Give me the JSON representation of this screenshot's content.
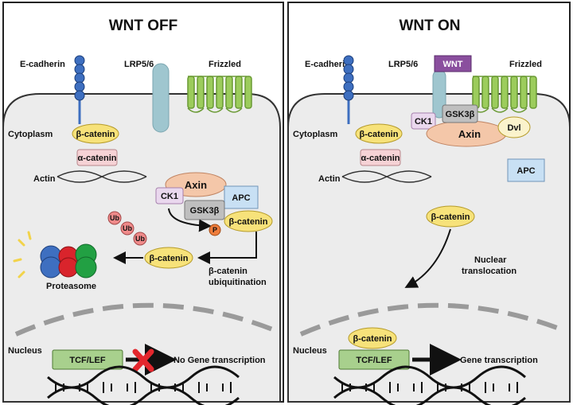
{
  "panels": {
    "off": {
      "title": "WNT OFF",
      "ecadherin": "E-cadherin",
      "lrp": "LRP5/6",
      "frizzled": "Frizzled",
      "cytoplasm": "Cytoplasm",
      "beta_catenin_membrane": "β-catenin",
      "alpha_catenin": "α-catenin",
      "actin": "Actin",
      "axin": "Axin",
      "ck1": "CK1",
      "apc": "APC",
      "gsk3b": "GSK3β",
      "beta_catenin_complex": "β-catenin",
      "phospho": "P",
      "ub": [
        "Ub",
        "Ub",
        "Ub"
      ],
      "beta_catenin_degraded": "β-catenin",
      "proteasome": "Proteasome",
      "ubiquitination": [
        "β-catenin",
        "ubiquitination"
      ],
      "nucleus": "Nucleus",
      "tcf": "TCF/LEF",
      "transcription": "No Gene transcription"
    },
    "on": {
      "title": "WNT ON",
      "ecadherin": "E-cadherin",
      "lrp": "LRP5/6",
      "wnt": "WNT",
      "frizzled": "Frizzled",
      "cytoplasm": "Cytoplasm",
      "beta_catenin_membrane": "β-catenin",
      "alpha_catenin": "α-catenin",
      "actin": "Actin",
      "ck1": "CK1",
      "gsk3b": "GSK3β",
      "axin": "Axin",
      "dvl": "Dvl",
      "apc": "APC",
      "beta_catenin_free": "β-catenin",
      "translocation": [
        "Nuclear",
        "translocation"
      ],
      "nucleus": "Nucleus",
      "beta_catenin_nuclear": "β-catenin",
      "tcf": "TCF/LEF",
      "transcription": "Gene transcription"
    }
  },
  "colors": {
    "cell_fill": "#ececec",
    "beta_catenin": "#f7e27a",
    "alpha_catenin": "#f6d2d5",
    "axin": "#f4c7a9",
    "ck1": "#ead8ee",
    "apc": "#c8e0f4",
    "gsk3b": "#bfbfbf",
    "frizzled": "#9ccc5c",
    "lrp": "#9fc6cf",
    "ecadherin": "#3e6fc0",
    "tcf": "#a8d08d",
    "wnt": "#8a4f9e",
    "ub": "#ef8a8a",
    "dvl": "#fbf3cc"
  }
}
